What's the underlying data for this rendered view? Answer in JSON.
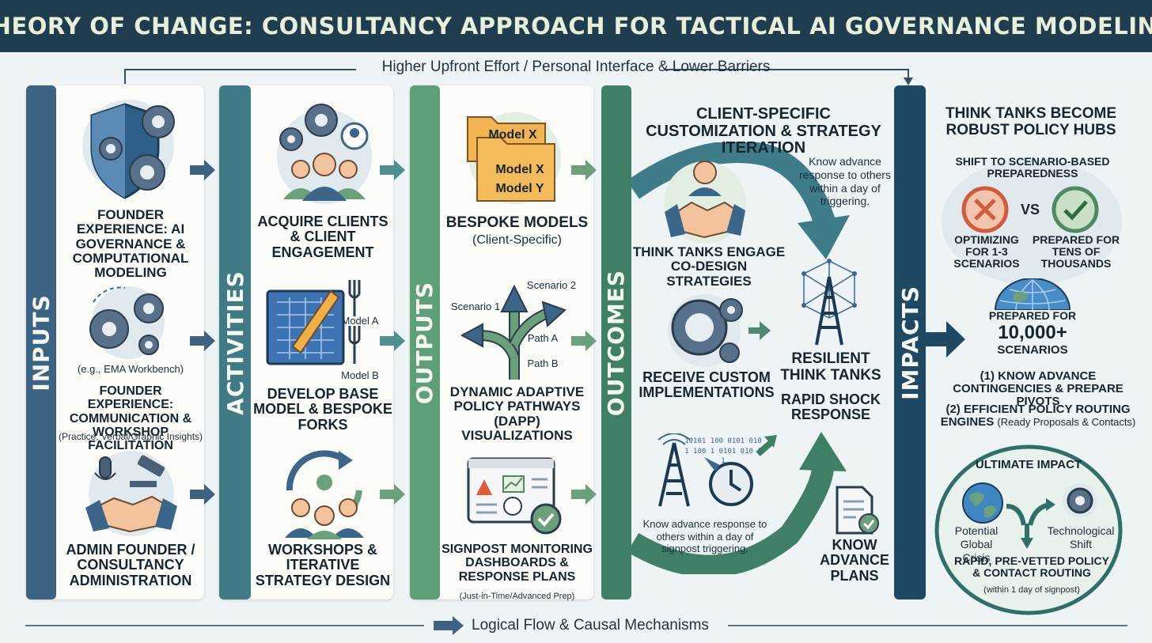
{
  "title": "THEORY OF CHANGE: CONSULTANCY APPROACH FOR TACTICAL AI GOVERNANCE MODELING",
  "top_banner": "Higher Upfront Effort / Personal Interface & Lower Barriers",
  "bottom_banner": "Logical Flow & Causal Mechanisms",
  "columns": {
    "inputs": "INPUTS",
    "activities": "ACTIVITIES",
    "outputs": "OUTPUTS",
    "outcomes": "OUTCOMES",
    "impacts": "IMPACTS"
  },
  "inputs": {
    "founder_ai": "FOUNDER EXPERIENCE: AI GOVERNANCE & COMPUTATIONAL MODELING",
    "ema_note": "(e.g., EMA Workbench)",
    "founder_comm": "FOUNDER EXPERIENCE: COMMUNICATION & WORKSHOP FACILITATION",
    "founder_comm_note": "(Practice, Verbal/Graphic Insights)",
    "admin": "ADMIN FOUNDER / CONSULTANCY ADMINISTRATION"
  },
  "activities": {
    "acquire": "ACQUIRE CLIENTS & CLIENT ENGAGEMENT",
    "model_a": "Model A",
    "model_b": "Model B",
    "develop": "DEVELOP BASE MODEL & BESPOKE FORKS",
    "workshops": "WORKSHOPS & ITERATIVE STRATEGY DESIGN"
  },
  "outputs": {
    "folder_x1": "Model X",
    "folder_x2": "Model X",
    "folder_y": "Model Y",
    "bespoke": "BESPOKE MODELS",
    "bespoke_note": "(Client-Specific)",
    "scenario1": "Scenario 1",
    "scenario2": "Scenario 2",
    "path_a": "Path A",
    "path_b": "Path B",
    "dapp": "DYNAMIC ADAPTIVE POLICY PATHWAYS (DAPP) VISUALIZATIONS",
    "signpost": "SIGNPOST MONITORING DASHBOARDS & RESPONSE PLANS",
    "signpost_note": "(Just-in-Time/Advanced Prep)"
  },
  "outcomes": {
    "heading": "CLIENT-SPECIFIC CUSTOMIZATION & STRATEGY ITERATION",
    "know_top": "Know advance response to others within a day of triggering.",
    "think_tanks": "THINK TANKS ENGAGE CO-DESIGN STRATEGIES",
    "receive": "RECEIVE CUSTOM IMPLEMENTATIONS",
    "resilient": "RESILIENT THINK TANKS",
    "rapid": "RAPID SHOCK RESPONSE",
    "know_bottom": "Know advance response to others within a day of signpost triggering.",
    "know_plans": "KNOW ADVANCE PLANS",
    "binary": "10101 100 0101 010 1 100 1 0101 010 1 1"
  },
  "impacts": {
    "heading": "THINK TANKS BECOME ROBUST POLICY HUBS",
    "shift": "SHIFT TO SCENARIO-BASED PREPAREDNESS",
    "vs": "VS",
    "optimizing": "OPTIMIZING FOR 1-3 SCENARIOS",
    "prepared_tens": "PREPARED FOR TENS OF THOUSANDS",
    "prepared_for": "PREPARED FOR",
    "ten_thousand": "10,000+",
    "scenarios": "SCENARIOS",
    "know_advance": "(1) KNOW ADVANCE CONTINGENCIES & PREPARE PIVOTS",
    "efficient": "(2) EFFICIENT POLICY ROUTING ENGINES",
    "efficient_note": "(Ready Proposals & Contacts)",
    "ultimate": "ULTIMATE IMPACT",
    "potential": "Potential Global Crisis",
    "technological": "Technological Shift",
    "rapid_policy": "RAPID, PRE-VETTED POLICY & CONTACT ROUTING",
    "rapid_note": "(within 1 day of signpost)"
  },
  "colors": {
    "inputs": "#3d6384",
    "activities": "#3f7a86",
    "outputs": "#5e9f79",
    "outcomes": "#3f7f66",
    "impacts": "#1f4863"
  }
}
